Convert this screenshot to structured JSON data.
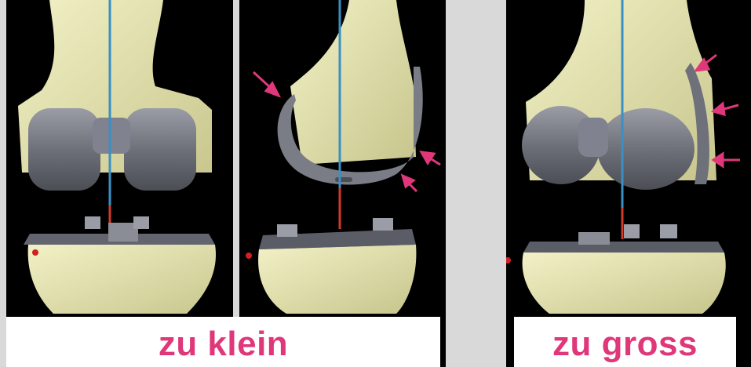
{
  "captions": {
    "left": "zu klein",
    "right": "zu gross"
  },
  "panels": [
    {
      "view": "front",
      "implant": "femoral-component-small"
    },
    {
      "view": "side",
      "implant": "femoral-component-small"
    },
    {
      "view": "oblique",
      "implant": "femoral-component-large"
    }
  ],
  "colors": {
    "background": "#000000",
    "bone": "#e9e8b4",
    "implant": "#7a7c86",
    "axis_blue": "#3a8fc4",
    "axis_red": "#d23a2a",
    "arrow": "#e0377a",
    "caption_text": "#e0377a",
    "caption_bg": "#ffffff",
    "divider": "#d9d9d9"
  },
  "icons": [
    "pointer-arrow-icon",
    "landmark-dot-icon"
  ]
}
